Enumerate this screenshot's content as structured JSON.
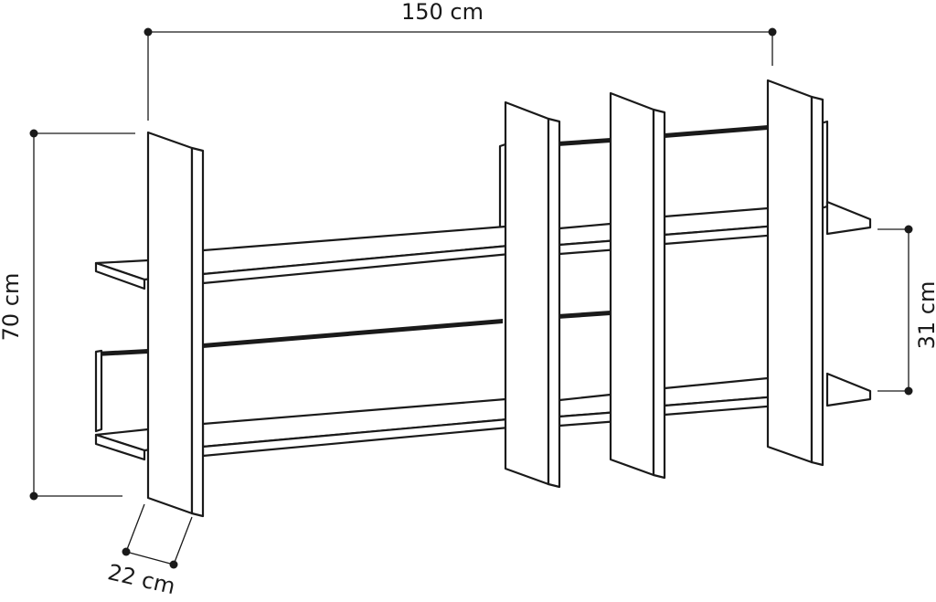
{
  "diagram": {
    "dimensions": {
      "width": "150 cm",
      "height": "70 cm",
      "shelf_spacing": "31 cm",
      "depth": "22 cm"
    }
  }
}
